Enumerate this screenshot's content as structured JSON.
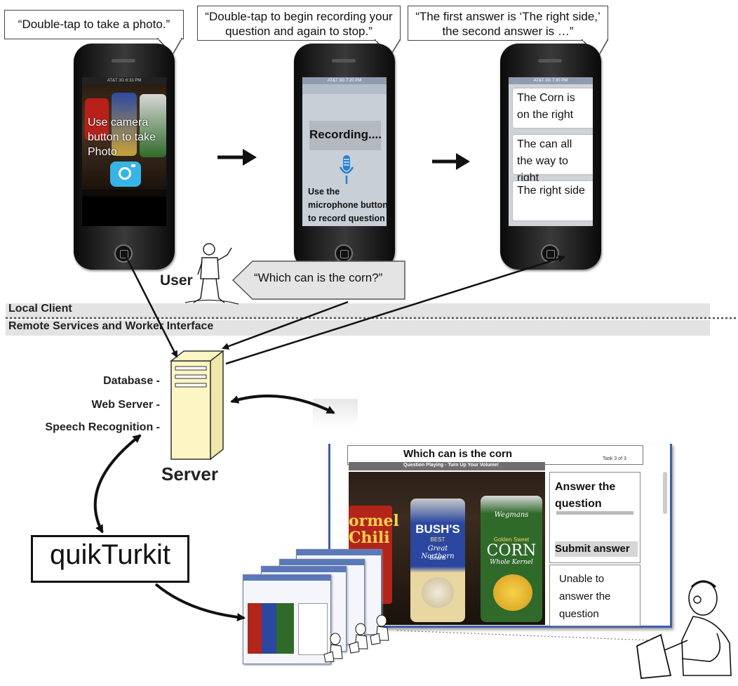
{
  "bubbles": {
    "photo": "“Double-tap to take a photo.”",
    "record": "“Double-tap to begin recording your question and again to stop.”",
    "answer": "“The first answer is ‘The right side,’ the second answer is …”",
    "question": "“Which can is the corn?”"
  },
  "phone1": {
    "status": "AT&T  3G     6:33 PM",
    "instruction": "Use camera button to take Photo",
    "camera_icon": "camera-icon"
  },
  "phone2": {
    "status": "AT&T  3G     7:20 PM",
    "recording": "Recording....",
    "instruction": "Use the microphone button to record question",
    "mic_icon": "microphone-icon"
  },
  "phone3": {
    "status": "AT&T  3G     7:30 PM",
    "answers": [
      "The Corn is on the right",
      "The can all the way to right",
      "The right side"
    ]
  },
  "labels": {
    "user": "User",
    "local_client": "Local Client",
    "remote_services": "Remote Services and Worker Interface",
    "database": "Database -",
    "web_server": "Web Server -",
    "speech_recognition": "Speech Recognition -",
    "server": "Server",
    "quikturkit": "quikTurkit"
  },
  "worker_ui": {
    "title": "Which can is the corn",
    "task_counter": "Task 3 of 3",
    "subheader": "Question Playing - Turn Up Your Volume!",
    "answer_heading": "Answer the question",
    "submit": "Submit answer",
    "unable": "Unable to answer the question",
    "can_labels": {
      "can1": "ormel Chili",
      "can2_brand": "BUSH'S",
      "can2_sub": "BEST",
      "can2_name": "Great Northern",
      "can2_beans": "Beans",
      "can3_brand": "Wegmans",
      "can3_top": "Golden Sweet",
      "can3_name": "CORN",
      "can3_sub": "Whole Kernel"
    }
  },
  "colors": {
    "band": "#e3e3e3",
    "server": "#fbf6c4",
    "window_border": "#3d5fa8",
    "mic": "#2a7fd4",
    "camera": "#37b4e6"
  }
}
